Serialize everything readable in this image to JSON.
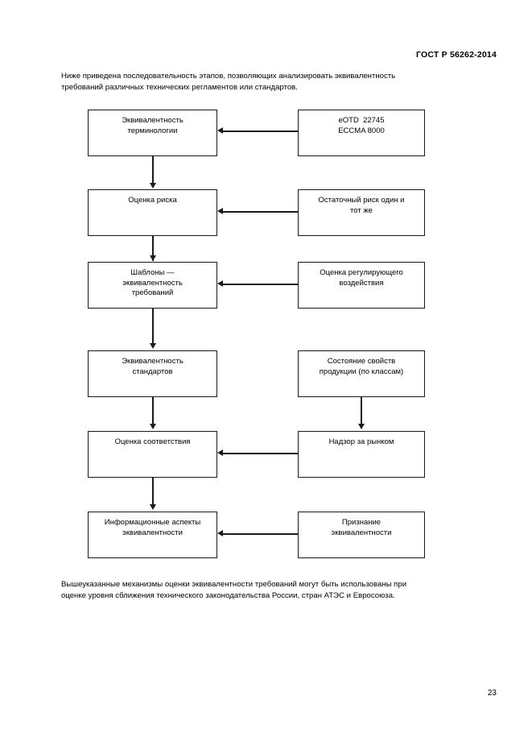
{
  "document": {
    "header": "ГОСТ Р 56262-2014",
    "page_number": "23"
  },
  "paragraphs": {
    "intro_line1": "Ниже приведена последовательность этапов, позволяющих анализировать эквивалентность",
    "intro_line2": "требований различных технических регламентов или стандартов.",
    "outro_line1": "Вышеуказанные механизмы оценки эквивалентности требований могут быть использованы при",
    "outro_line2": "оценке уровня сближения технического законодательства России, стран АТЭС и Евросоюза."
  },
  "flowchart": {
    "rows": [
      {
        "left": {
          "lines": [
            "Эквивалентность",
            "терминологии"
          ]
        },
        "right": {
          "lines": [
            "eOTD  22745",
            "ECCMA 8000"
          ]
        },
        "horizontal_arrow": true
      },
      {
        "left": {
          "lines": [
            "Оценка риска"
          ]
        },
        "right": {
          "lines": [
            "Остаточный риск один и",
            "тот же"
          ]
        },
        "horizontal_arrow": true
      },
      {
        "left": {
          "lines": [
            "Шаблоны —",
            "эквивалентность",
            "требований"
          ]
        },
        "right": {
          "lines": [
            "Оценка регулирующего",
            "воздействия"
          ]
        },
        "horizontal_arrow": true
      },
      {
        "left": {
          "lines": [
            "Эквивалентность",
            "стандартов"
          ]
        },
        "right": {
          "lines": [
            "Состояние свойств",
            "продукции (по классам)"
          ]
        },
        "horizontal_arrow": false
      },
      {
        "left": {
          "lines": [
            "Оценка соответствия"
          ]
        },
        "right": {
          "lines": [
            "Надзор за рынком"
          ]
        },
        "horizontal_arrow": true
      },
      {
        "left": {
          "lines": [
            "Информационные аспекты",
            "эквивалентности"
          ]
        },
        "right": {
          "lines": [
            "Признание",
            "эквивалентности"
          ]
        },
        "horizontal_arrow": true
      }
    ],
    "colors": {
      "stroke": "#1a1a1a",
      "fill": "#ffffff"
    }
  }
}
